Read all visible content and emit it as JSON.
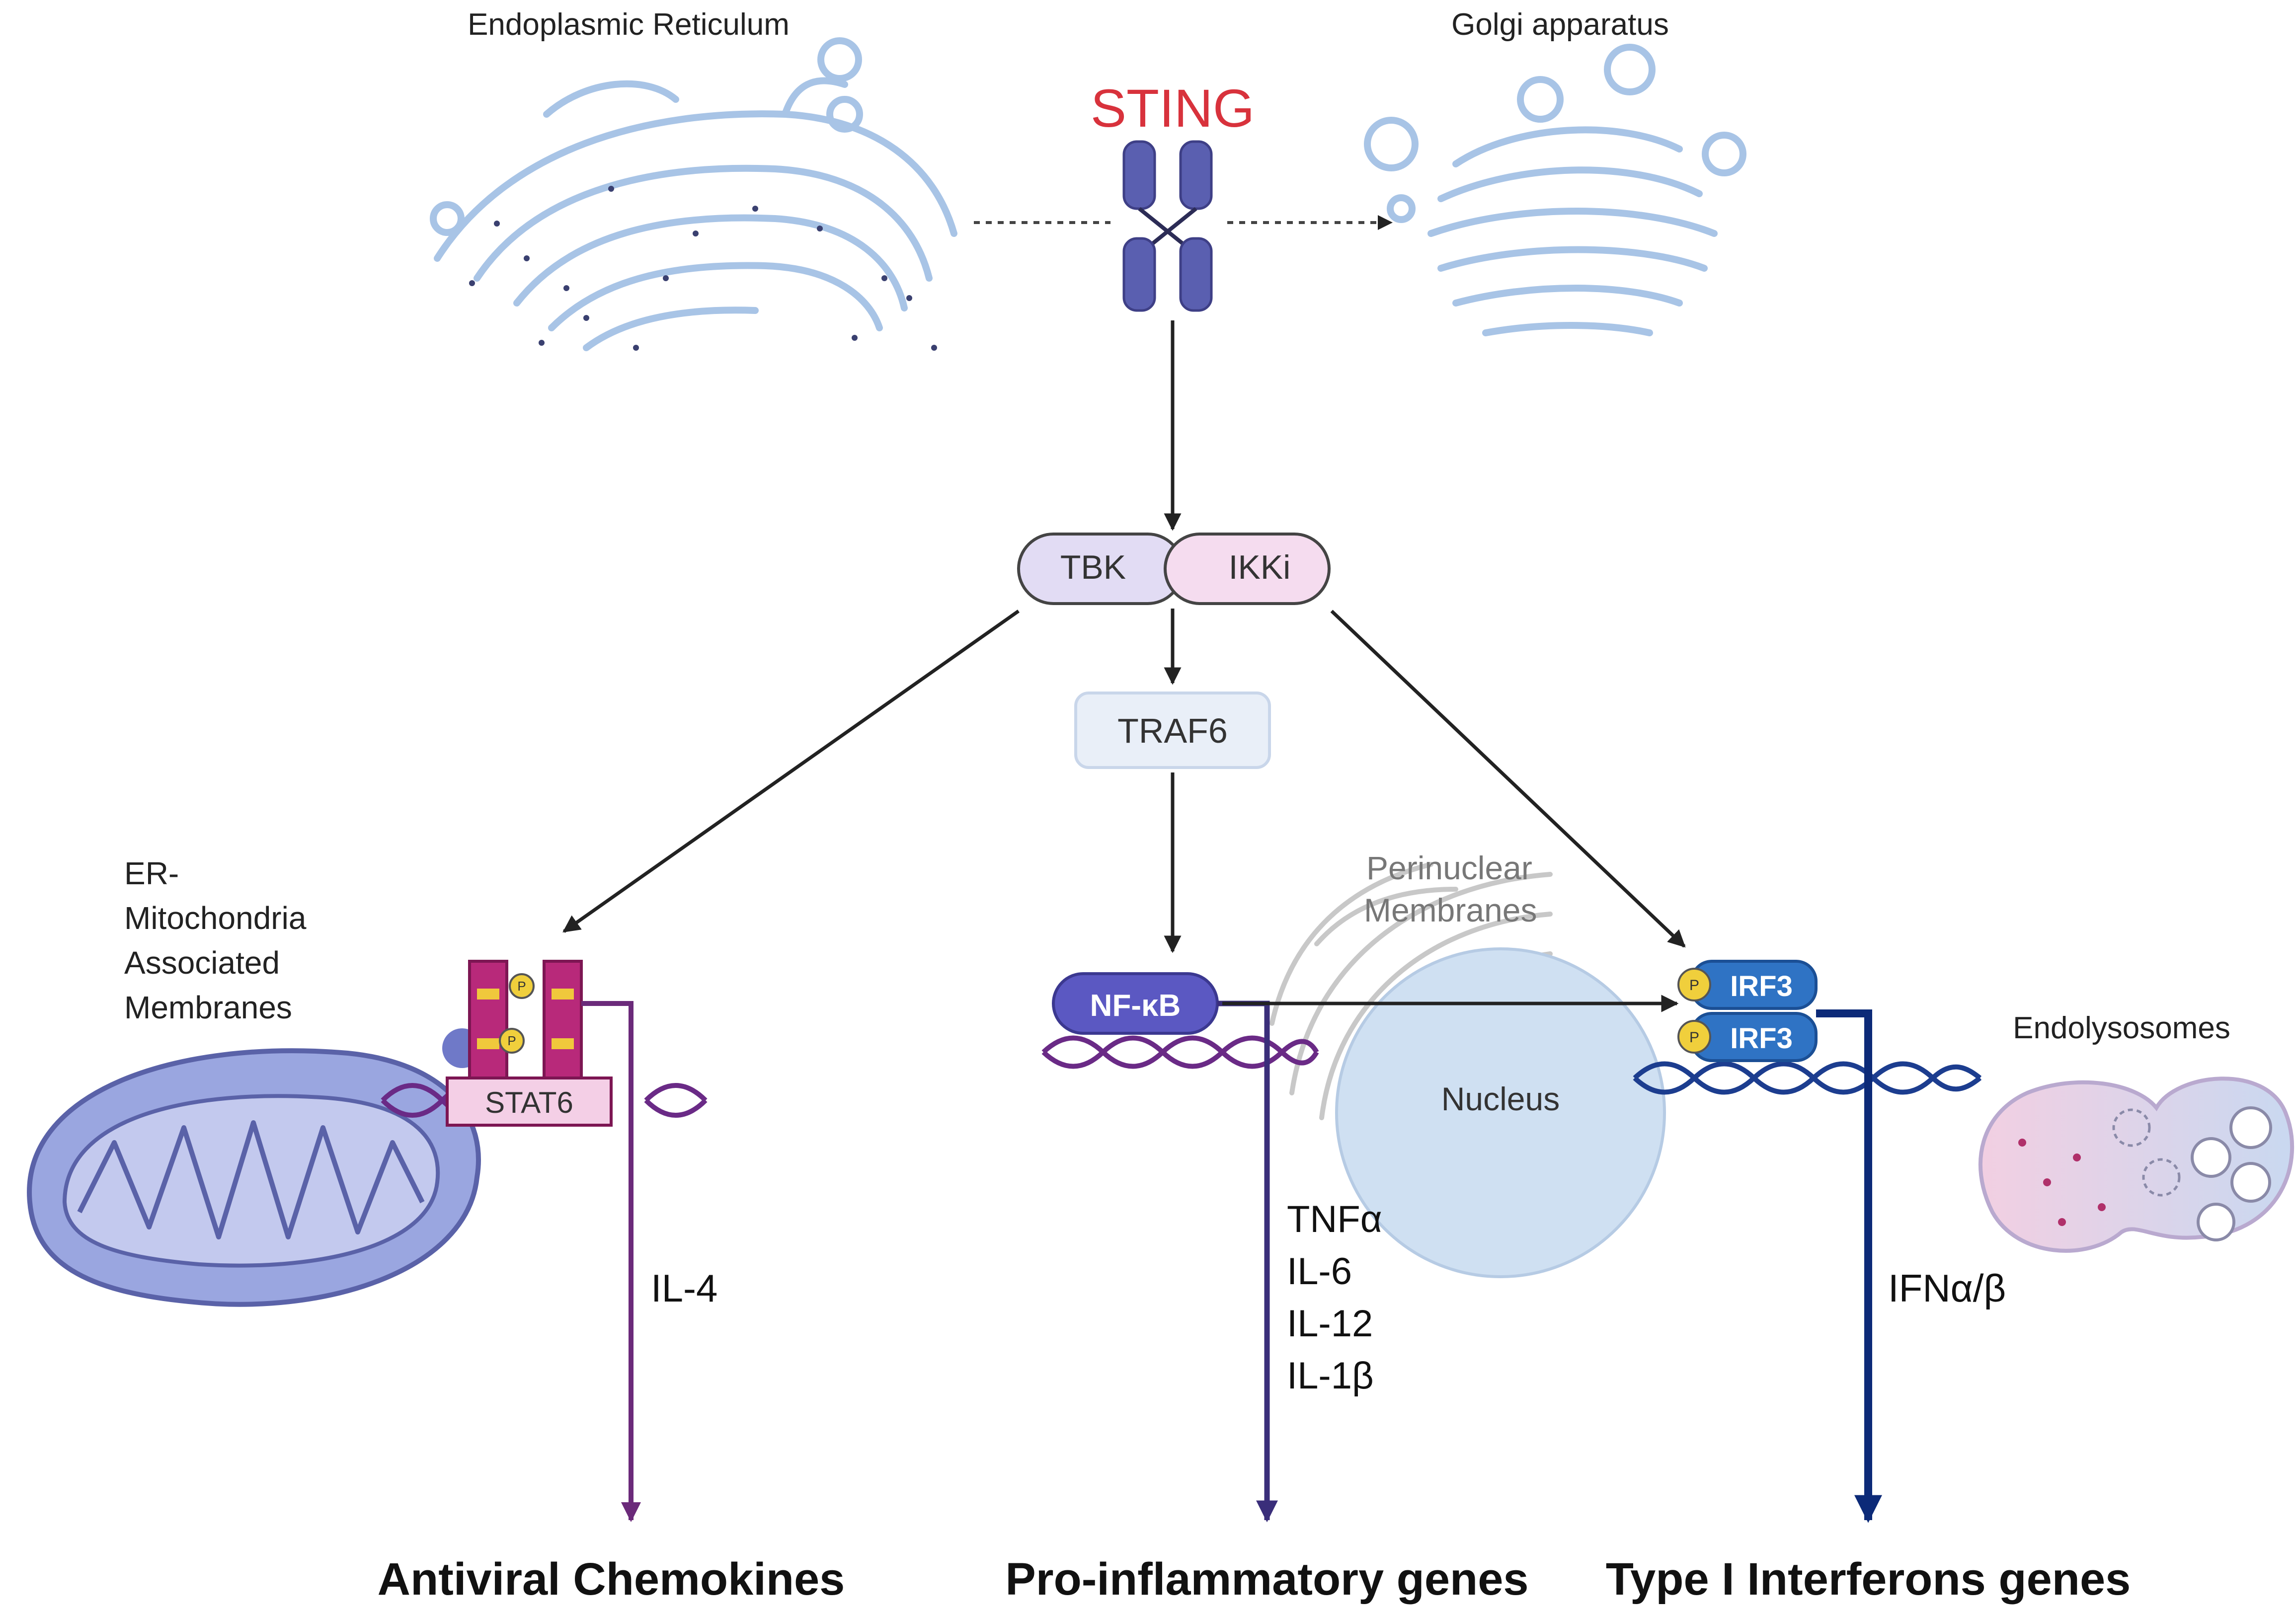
{
  "organelles": {
    "er_label": "Endoplasmic Reticulum",
    "golgi_label": "Golgi apparatus",
    "mam_label_lines": [
      "ER-",
      "Mitochondria",
      "Associated",
      "Membranes"
    ],
    "perinuclear_label_lines": [
      "Perinuclear",
      "Membranes"
    ],
    "nucleus_label": "Nucleus",
    "endolysosome_label": "Endolysosomes"
  },
  "proteins": {
    "sting": "STING",
    "tbk": "TBK",
    "ikki": "IKKi",
    "traf6": "TRAF6",
    "nfkb": "NF-κB",
    "irf3_top": "IRF3",
    "irf3_bottom": "IRF3",
    "stat6": "STAT6",
    "phospho": "P"
  },
  "cytokines": {
    "stat6_products": "IL-4",
    "nfkb_products": [
      "TNFα",
      "IL-6",
      "IL-12",
      "IL-1β"
    ],
    "irf3_products": "IFNα/β"
  },
  "outcomes": {
    "left": "Antiviral Chemokines",
    "middle": "Pro-inflammatory genes",
    "right": "Type I Interferons genes"
  },
  "colors": {
    "membrane": "#a8c4e6",
    "sting_red": "#d8323c",
    "sting_blue": "#5a5fb0",
    "tbk_fill": "#e2dcf4",
    "ikki_fill": "#f5dcef",
    "traf6_fill": "#e9eff8",
    "nfkb_fill": "#5b58c2",
    "irf3_fill": "#2f73c4",
    "stat_path": "#6b2a7a",
    "nfkb_path": "#3a2e7a",
    "irf_path": "#0c2a78",
    "dna_purple": "#6a2a86",
    "dna_blue": "#1c3d8f",
    "nucleus_fill": "#cfe0f2",
    "phospho_yellow": "#f0cf3c"
  }
}
